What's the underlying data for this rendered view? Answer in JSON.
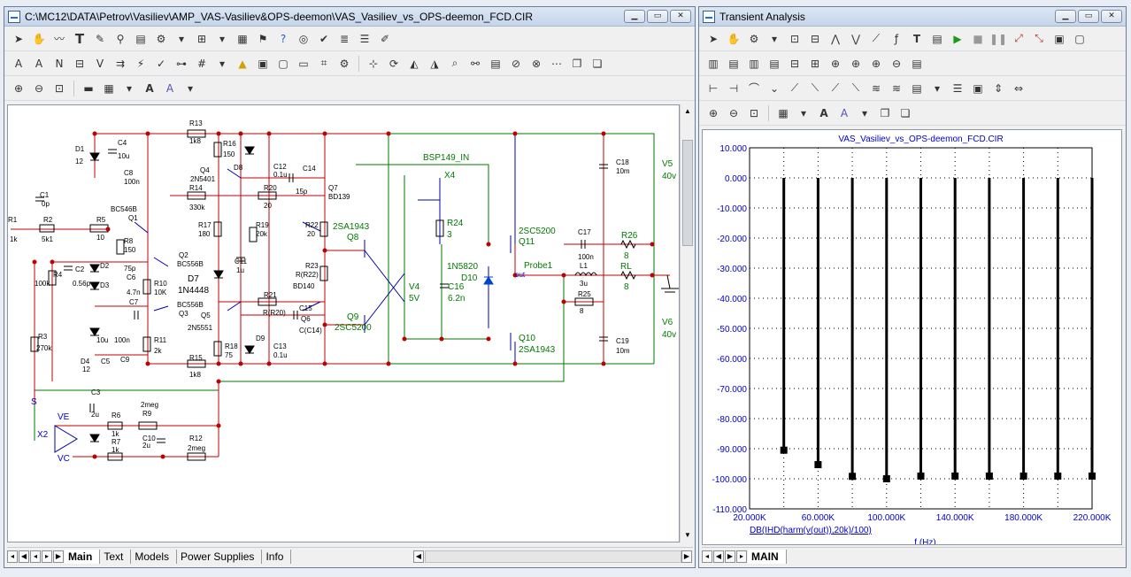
{
  "schematic": {
    "title": "C:\\MC12\\DATA\\Petrov\\Vasiliev\\AMP_VAS-Vasiliev&OPS-deemon\\VAS_Vasiliev_vs_OPS-deemon_FCD.CIR",
    "tabs": [
      "Main",
      "Text",
      "Models",
      "Power Supplies",
      "Info"
    ],
    "labels": {
      "R1": "R1",
      "R1v": "1k",
      "R2": "R2",
      "R2v": "5k1",
      "C1": "C1",
      "C1v": "0p",
      "D1": "D1",
      "D1v": "12",
      "C4": "C4",
      "C4v": "10u",
      "C8": "C8",
      "C8v": "100n",
      "R13": "R13",
      "R13v": "1k8",
      "R16": "R16",
      "R16v": "150",
      "D8": "D8",
      "Q4": "Q4",
      "Q4v": "2N5401",
      "C12": "C12",
      "C12v": "0.1u",
      "C14": "C14",
      "C14v": "15p",
      "Q7": "Q7",
      "Q7v": "BD139",
      "R14": "R14",
      "R14v": "330k",
      "R20": "R20",
      "R20v": "20",
      "BSP": "BSP149_IN",
      "X4": "X4",
      "C18": "C18",
      "C18v": "10m",
      "V5": "V5",
      "V5v": "40v",
      "R24": "R24",
      "R24v": "3",
      "Q11t": "2SC5200",
      "Q11": "Q11",
      "BC546B": "BC546B",
      "Q1": "Q1",
      "R5": "R5",
      "R5v": "10",
      "R8": "R8",
      "R8v": "150",
      "R17": "R17",
      "R17v": "180",
      "R19": "R19",
      "R19v": "20k",
      "R22": "R22",
      "R22v": "20",
      "Q8t": "2SA1943",
      "Q8": "Q8",
      "C17": "C17",
      "C17v": "100n",
      "R26": "R26",
      "R26v": "8",
      "R4": "R4",
      "R4v": "100k",
      "C2": "C2",
      "C2v": "0.56p",
      "D2": "D2",
      "D3": "D3",
      "C6v": "75p",
      "C6": "C6",
      "Q2": "Q2",
      "Q2v": "BC556B",
      "R10": "R10",
      "R10v": "10K",
      "C6b": "4.7n",
      "C11": "C11",
      "C11v": "1u",
      "D7": "D7",
      "D7v": "1N4448",
      "R23": "R23",
      "R23v": "R(R22)",
      "BD140": "BD140",
      "V4": "V4",
      "V4v": "5V",
      "C16": "C16",
      "C16v": "6.2n",
      "D10t": "1N5820",
      "D10": "D10",
      "Probe1": "Probe1",
      "out": "out",
      "L1": "L1",
      "L1v": "3u",
      "RL": "RL",
      "RLv": "8",
      "R25": "R25",
      "R25v": "8",
      "C7": "C7",
      "Q3": "Q3",
      "Q3v": "BC556B",
      "R21": "R21",
      "R21v": "R(R20)",
      "C15": "C15",
      "C15v": "C(C14)",
      "Q6": "Q6",
      "Q5": "Q5",
      "Q5v": "2N5551",
      "Q9": "Q9",
      "Q9t": "2SC5200",
      "Q10": "Q10",
      "Q10t": "2SA1943",
      "R3": "R3",
      "R3v": "270k",
      "D4": "D4",
      "D4v": "12",
      "C5": "C5",
      "C5v": "10u",
      "C9": "C9",
      "C9v": "100n",
      "R11": "R11",
      "R11v": "2k",
      "R18": "R18",
      "R18v": "75",
      "D9": "D9",
      "C13": "C13",
      "C13v": "0.1u",
      "R15": "R15",
      "R15v": "1k8",
      "C19": "C19",
      "C19v": "10m",
      "V6": "V6",
      "V6v": "40v",
      "S": "S",
      "VE": "VE",
      "X2": "X2",
      "C3": "C3",
      "C3v": "2u",
      "R6": "R6",
      "R6v": "1k",
      "R9v": "2meg",
      "R9": "R9",
      "R7": "R7",
      "R7v": "1k",
      "C10": "C10",
      "C10v": "2u",
      "R12": "R12",
      "R12v": "2meg",
      "VC": "VC"
    }
  },
  "analysis": {
    "title": "Transient Analysis",
    "chart_title": "VAS_Vasiliev_vs_OPS-deemon_FCD.CIR",
    "tab": "MAIN"
  },
  "chart_data": {
    "type": "bar",
    "title": "VAS_Vasiliev_vs_OPS-deemon_FCD.CIR",
    "xlabel": "f (Hz)",
    "ylabel": "DB(IHD(harm(v(out)),20k)/100)",
    "x": [
      40000,
      60000,
      80000,
      100000,
      120000,
      140000,
      160000,
      180000,
      200000,
      220000
    ],
    "values": [
      -90.5,
      -95.3,
      -99.2,
      -100.0,
      -99.1,
      -99.1,
      -99.1,
      -99.1,
      -99.1,
      -99.1
    ],
    "xlim": [
      20000,
      220000
    ],
    "ylim": [
      -110,
      10
    ],
    "x_ticks": [
      "20.000K",
      "60.000K",
      "100.000K",
      "140.000K",
      "180.000K",
      "220.000K"
    ],
    "y_ticks": [
      "10.000",
      "0.000",
      "-10.000",
      "-20.000",
      "-30.000",
      "-40.000",
      "-50.000",
      "-60.000",
      "-70.000",
      "-80.000",
      "-90.000",
      "-100.000",
      "-110.000"
    ],
    "grid": true,
    "colors": {
      "axis_text": "#0000cc",
      "bars": "#000000",
      "grid": "#000000"
    }
  }
}
